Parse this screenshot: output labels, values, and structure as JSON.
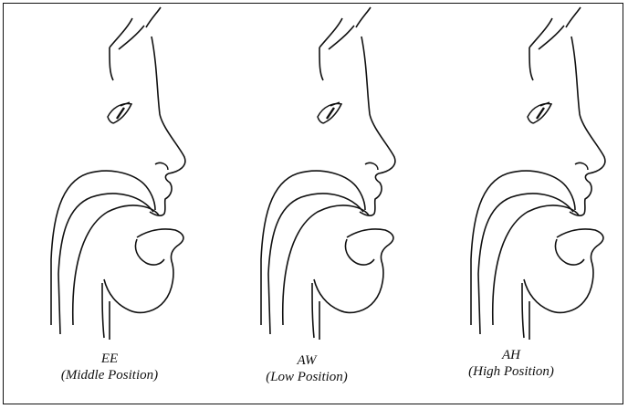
{
  "figure": {
    "panels": [
      {
        "vowel": "EE",
        "position": "(Middle Position)"
      },
      {
        "vowel": "AW",
        "position": "(Low Position)"
      },
      {
        "vowel": "AH",
        "position": "(High Position)"
      }
    ]
  }
}
